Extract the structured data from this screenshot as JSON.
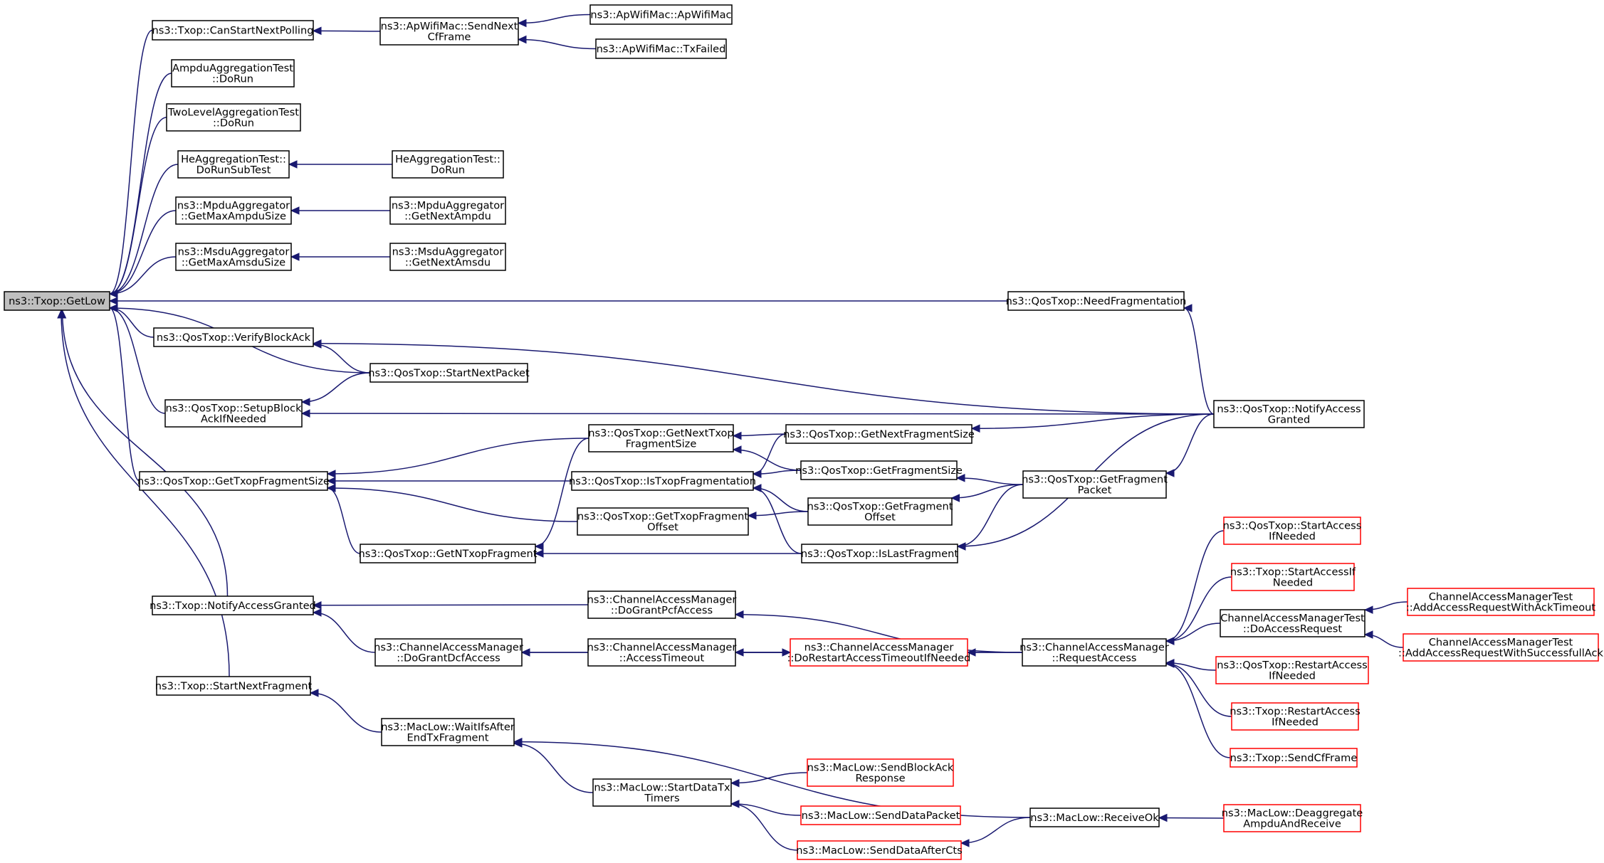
{
  "graph": {
    "colors": {
      "edge": "#191970",
      "box_border": "#000000",
      "truncated_border": "#ff0000",
      "current_fill": "#bfbfbf"
    },
    "nodes": [
      {
        "id": "getlow",
        "lines": [
          "ns3::Txop::GetLow"
        ],
        "style": "current"
      },
      {
        "id": "canstartnextpolling",
        "lines": [
          "ns3::Txop::CanStartNextPolling"
        ]
      },
      {
        "id": "sendnextcfframe",
        "lines": [
          "ns3::ApWifiMac::SendNext",
          "CfFrame"
        ]
      },
      {
        "id": "apwifimac",
        "lines": [
          "ns3::ApWifiMac::ApWifiMac"
        ]
      },
      {
        "id": "txfailed",
        "lines": [
          "ns3::ApWifiMac::TxFailed"
        ]
      },
      {
        "id": "ampduagg",
        "lines": [
          "AmpduAggregationTest",
          "::DoRun"
        ]
      },
      {
        "id": "twolevel",
        "lines": [
          "TwoLevelAggregationTest",
          "::DoRun"
        ]
      },
      {
        "id": "hedorunsub",
        "lines": [
          "HeAggregationTest::",
          "DoRunSubTest"
        ]
      },
      {
        "id": "hedorun",
        "lines": [
          "HeAggregationTest::",
          "DoRun"
        ]
      },
      {
        "id": "getmaxampdu",
        "lines": [
          "ns3::MpduAggregator",
          "::GetMaxAmpduSize"
        ]
      },
      {
        "id": "getnextampdu",
        "lines": [
          "ns3::MpduAggregator",
          "::GetNextAmpdu"
        ]
      },
      {
        "id": "getmaxamsdu",
        "lines": [
          "ns3::MsduAggregator",
          "::GetMaxAmsduSize"
        ]
      },
      {
        "id": "getnextamsdu",
        "lines": [
          "ns3::MsduAggregator",
          "::GetNextAmsdu"
        ]
      },
      {
        "id": "needfrag",
        "lines": [
          "ns3::QosTxop::NeedFragmentation"
        ]
      },
      {
        "id": "verifyblockack",
        "lines": [
          "ns3::QosTxop::VerifyBlockAck"
        ]
      },
      {
        "id": "startnextpacket",
        "lines": [
          "ns3::QosTxop::StartNextPacket"
        ]
      },
      {
        "id": "setupblockack",
        "lines": [
          "ns3::QosTxop::SetupBlock",
          "AckIfNeeded"
        ]
      },
      {
        "id": "qosnotifyaccess",
        "lines": [
          "ns3::QosTxop::NotifyAccess",
          "Granted"
        ]
      },
      {
        "id": "getnexttxopfrag",
        "lines": [
          "ns3::QosTxop::GetNextTxop",
          "FragmentSize"
        ]
      },
      {
        "id": "getnextfragsize",
        "lines": [
          "ns3::QosTxop::GetNextFragmentSize"
        ]
      },
      {
        "id": "gettxopfragsize",
        "lines": [
          "ns3::QosTxop::GetTxopFragmentSize"
        ]
      },
      {
        "id": "istxopfrag",
        "lines": [
          "ns3::QosTxop::IsTxopFragmentation"
        ]
      },
      {
        "id": "getfragsize",
        "lines": [
          "ns3::QosTxop::GetFragmentSize"
        ]
      },
      {
        "id": "getfragpacket",
        "lines": [
          "ns3::QosTxop::GetFragment",
          "Packet"
        ]
      },
      {
        "id": "getfragoffset",
        "lines": [
          "ns3::QosTxop::GetFragment",
          "Offset"
        ]
      },
      {
        "id": "gettxopfragoffset",
        "lines": [
          "ns3::QosTxop::GetTxopFragment",
          "Offset"
        ]
      },
      {
        "id": "getntxopfrag",
        "lines": [
          "ns3::QosTxop::GetNTxopFragment"
        ]
      },
      {
        "id": "islastfrag",
        "lines": [
          "ns3::QosTxop::IsLastFragment"
        ]
      },
      {
        "id": "qosstartaccess",
        "lines": [
          "ns3::QosTxop::StartAccess",
          "IfNeeded"
        ],
        "style": "truncated"
      },
      {
        "id": "txopstartaccess",
        "lines": [
          "ns3::Txop::StartAccessIf",
          "Needed"
        ],
        "style": "truncated"
      },
      {
        "id": "txopnotifyaccess",
        "lines": [
          "ns3::Txop::NotifyAccessGranted"
        ]
      },
      {
        "id": "dograntpcf",
        "lines": [
          "ns3::ChannelAccessManager",
          "::DoGrantPcfAccess"
        ]
      },
      {
        "id": "cmdoaccessreq",
        "lines": [
          "ChannelAccessManagerTest",
          "::DoAccessRequest"
        ]
      },
      {
        "id": "addackto",
        "lines": [
          "ChannelAccessManagerTest",
          "::AddAccessRequestWithAckTimeout"
        ],
        "style": "truncated"
      },
      {
        "id": "dograntdcf",
        "lines": [
          "ns3::ChannelAccessManager",
          "::DoGrantDcfAccess"
        ]
      },
      {
        "id": "accesstimeout",
        "lines": [
          "ns3::ChannelAccessManager",
          "::AccessTimeout"
        ]
      },
      {
        "id": "dorestart",
        "lines": [
          "ns3::ChannelAccessManager",
          "::DoRestartAccessTimeoutIfNeeded"
        ],
        "style": "truncated"
      },
      {
        "id": "requestaccess",
        "lines": [
          "ns3::ChannelAccessManager",
          "::RequestAccess"
        ]
      },
      {
        "id": "addsuccess",
        "lines": [
          "ChannelAccessManagerTest",
          "::AddAccessRequestWithSuccessfullAck"
        ],
        "style": "truncated"
      },
      {
        "id": "qosrestart",
        "lines": [
          "ns3::QosTxop::RestartAccess",
          "IfNeeded"
        ],
        "style": "truncated"
      },
      {
        "id": "txopstartnextfrag",
        "lines": [
          "ns3::Txop::StartNextFragment"
        ]
      },
      {
        "id": "txoprestart",
        "lines": [
          "ns3::Txop::RestartAccess",
          "IfNeeded"
        ],
        "style": "truncated"
      },
      {
        "id": "waitifs",
        "lines": [
          "ns3::MacLow::WaitIfsAfter",
          "EndTxFragment"
        ]
      },
      {
        "id": "sendcfframe",
        "lines": [
          "ns3::Txop::SendCfFrame"
        ],
        "style": "truncated"
      },
      {
        "id": "startdatatx",
        "lines": [
          "ns3::MacLow::StartDataTx",
          "Timers"
        ]
      },
      {
        "id": "sendblockack",
        "lines": [
          "ns3::MacLow::SendBlockAck",
          "Response"
        ],
        "style": "truncated"
      },
      {
        "id": "senddatapacket",
        "lines": [
          "ns3::MacLow::SendDataPacket"
        ],
        "style": "truncated"
      },
      {
        "id": "receiveok",
        "lines": [
          "ns3::MacLow::ReceiveOk"
        ]
      },
      {
        "id": "deaggregate",
        "lines": [
          "ns3::MacLow::Deaggregate",
          "AmpduAndReceive"
        ],
        "style": "truncated"
      },
      {
        "id": "senddataaftercts",
        "lines": [
          "ns3::MacLow::SendDataAfterCts"
        ],
        "style": "truncated"
      }
    ],
    "edges": [
      [
        "getlow",
        "canstartnextpolling"
      ],
      [
        "getlow",
        "ampduagg"
      ],
      [
        "getlow",
        "twolevel"
      ],
      [
        "getlow",
        "hedorunsub"
      ],
      [
        "getlow",
        "getmaxampdu"
      ],
      [
        "getlow",
        "getmaxamsdu"
      ],
      [
        "getlow",
        "needfrag"
      ],
      [
        "getlow",
        "verifyblockack"
      ],
      [
        "getlow",
        "startnextpacket"
      ],
      [
        "getlow",
        "setupblockack"
      ],
      [
        "getlow",
        "gettxopfragsize"
      ],
      [
        "getlow",
        "txopnotifyaccess"
      ],
      [
        "getlow",
        "txopstartnextfrag"
      ],
      [
        "canstartnextpolling",
        "sendnextcfframe"
      ],
      [
        "sendnextcfframe",
        "apwifimac"
      ],
      [
        "sendnextcfframe",
        "txfailed"
      ],
      [
        "hedorunsub",
        "hedorun"
      ],
      [
        "getmaxampdu",
        "getnextampdu"
      ],
      [
        "getmaxamsdu",
        "getnextamsdu"
      ],
      [
        "needfrag",
        "qosnotifyaccess"
      ],
      [
        "verifyblockack",
        "qosnotifyaccess"
      ],
      [
        "verifyblockack",
        "startnextpacket"
      ],
      [
        "setupblockack",
        "startnextpacket"
      ],
      [
        "setupblockack",
        "qosnotifyaccess"
      ],
      [
        "gettxopfragsize",
        "getnexttxopfrag"
      ],
      [
        "gettxopfragsize",
        "istxopfrag"
      ],
      [
        "gettxopfragsize",
        "gettxopfragoffset"
      ],
      [
        "gettxopfragsize",
        "getntxopfrag"
      ],
      [
        "getnexttxopfrag",
        "getnextfragsize"
      ],
      [
        "getnexttxopfrag",
        "getfragsize"
      ],
      [
        "getnextfragsize",
        "qosnotifyaccess"
      ],
      [
        "istxopfrag",
        "getnextfragsize"
      ],
      [
        "istxopfrag",
        "getfragsize"
      ],
      [
        "istxopfrag",
        "getfragoffset"
      ],
      [
        "istxopfrag",
        "islastfrag"
      ],
      [
        "getfragsize",
        "getfragpacket"
      ],
      [
        "getfragoffset",
        "getfragpacket"
      ],
      [
        "gettxopfragoffset",
        "getfragoffset"
      ],
      [
        "getntxopfrag",
        "getnexttxopfrag"
      ],
      [
        "getntxopfrag",
        "islastfrag"
      ],
      [
        "getfragpacket",
        "qosnotifyaccess"
      ],
      [
        "islastfrag",
        "getfragpacket"
      ],
      [
        "islastfrag",
        "qosnotifyaccess"
      ],
      [
        "txopnotifyaccess",
        "dograntpcf"
      ],
      [
        "txopnotifyaccess",
        "dograntdcf"
      ],
      [
        "dograntpcf",
        "requestaccess"
      ],
      [
        "dograntdcf",
        "accesstimeout"
      ],
      [
        "dograntdcf",
        "requestaccess"
      ],
      [
        "accesstimeout",
        "dorestart"
      ],
      [
        "dorestart",
        "accesstimeout"
      ],
      [
        "dorestart",
        "requestaccess"
      ],
      [
        "requestaccess",
        "qosstartaccess"
      ],
      [
        "requestaccess",
        "txopstartaccess"
      ],
      [
        "requestaccess",
        "cmdoaccessreq"
      ],
      [
        "requestaccess",
        "qosrestart"
      ],
      [
        "requestaccess",
        "txoprestart"
      ],
      [
        "requestaccess",
        "sendcfframe"
      ],
      [
        "cmdoaccessreq",
        "addackto"
      ],
      [
        "cmdoaccessreq",
        "addsuccess"
      ],
      [
        "txopstartnextfrag",
        "waitifs"
      ],
      [
        "waitifs",
        "receiveok"
      ],
      [
        "waitifs",
        "startdatatx"
      ],
      [
        "startdatatx",
        "sendblockack"
      ],
      [
        "startdatatx",
        "senddatapacket"
      ],
      [
        "startdatatx",
        "senddataaftercts"
      ],
      [
        "receiveok",
        "deaggregate"
      ],
      [
        "senddataaftercts",
        "receiveok"
      ]
    ]
  }
}
